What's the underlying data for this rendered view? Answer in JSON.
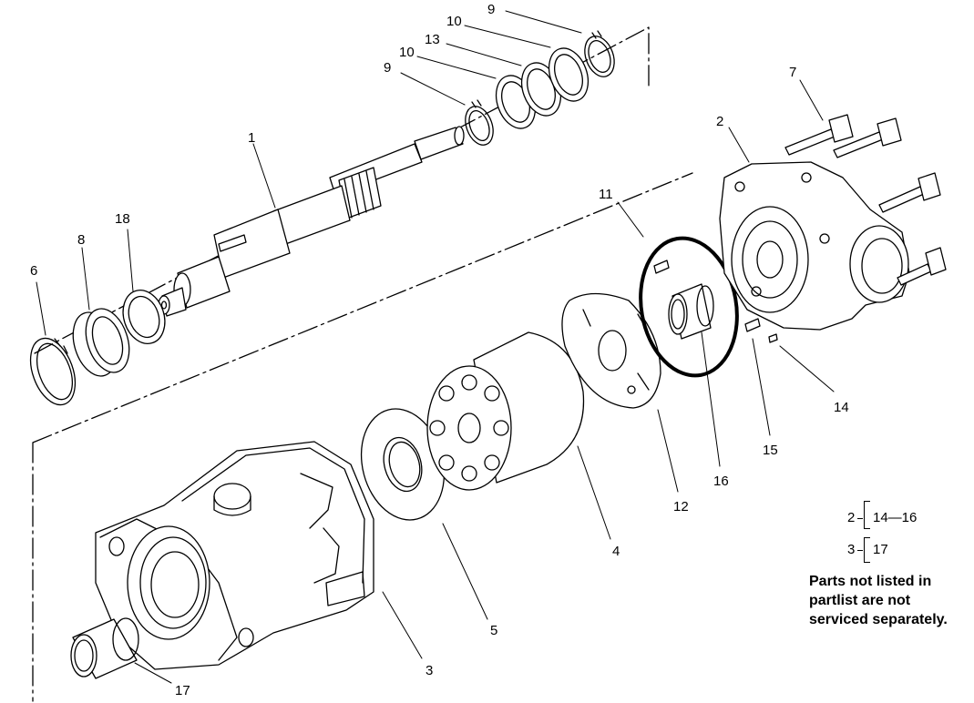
{
  "diagram": {
    "callouts": {
      "c1": "1",
      "c2": "2",
      "c3": "3",
      "c4": "4",
      "c5": "5",
      "c6": "6",
      "c7": "7",
      "c8": "8",
      "c9a": "9",
      "c9b": "9",
      "c10a": "10",
      "c10b": "10",
      "c11": "11",
      "c12": "12",
      "c13": "13",
      "c14": "14",
      "c15": "15",
      "c16": "16",
      "c17": "17",
      "c18": "18"
    },
    "legend": [
      {
        "parent": "2",
        "children": "14—16"
      },
      {
        "parent": "3",
        "children": "17"
      }
    ],
    "note": [
      "Parts not listed in",
      "partlist are not",
      "serviced separately."
    ]
  }
}
